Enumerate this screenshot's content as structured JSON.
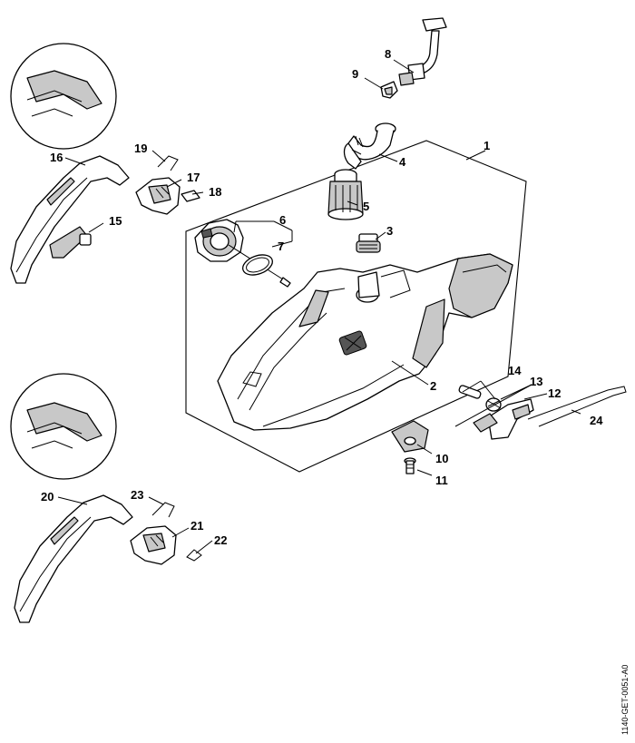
{
  "drawing_code": "1140-GET-0051-A0",
  "callouts": [
    {
      "key": "c1",
      "text": "1"
    },
    {
      "key": "c2",
      "text": "2"
    },
    {
      "key": "c3",
      "text": "3"
    },
    {
      "key": "c4",
      "text": "4"
    },
    {
      "key": "c5",
      "text": "5"
    },
    {
      "key": "c6",
      "text": "6"
    },
    {
      "key": "c7",
      "text": "7"
    },
    {
      "key": "c8",
      "text": "8"
    },
    {
      "key": "c9",
      "text": "9"
    },
    {
      "key": "c10",
      "text": "10"
    },
    {
      "key": "c11",
      "text": "11"
    },
    {
      "key": "c12",
      "text": "12"
    },
    {
      "key": "c13",
      "text": "13"
    },
    {
      "key": "c14",
      "text": "14"
    },
    {
      "key": "c15",
      "text": "15"
    },
    {
      "key": "c16",
      "text": "16"
    },
    {
      "key": "c17",
      "text": "17"
    },
    {
      "key": "c18",
      "text": "18"
    },
    {
      "key": "c19",
      "text": "19"
    },
    {
      "key": "c20",
      "text": "20"
    },
    {
      "key": "c21",
      "text": "21"
    },
    {
      "key": "c22",
      "text": "22"
    },
    {
      "key": "c23",
      "text": "23"
    },
    {
      "key": "c24",
      "text": "24"
    }
  ]
}
